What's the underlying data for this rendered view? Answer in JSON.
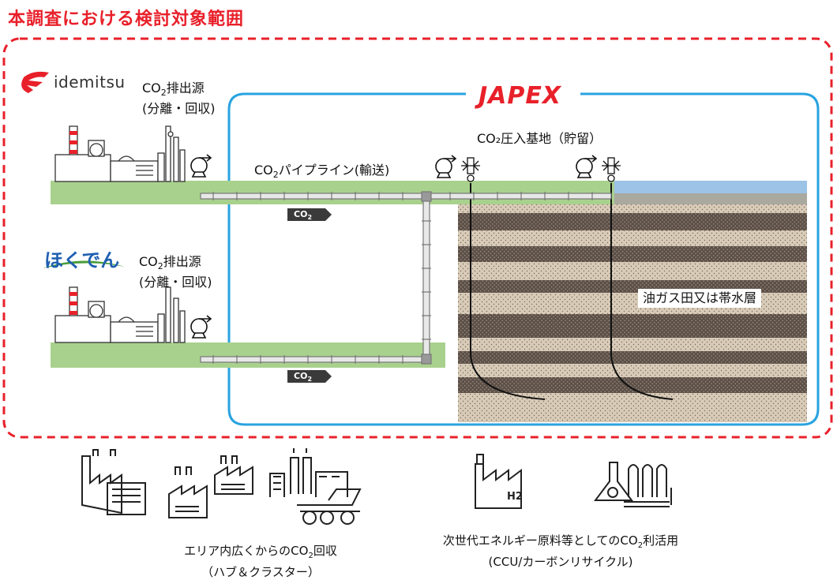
{
  "title": "本調査における検討対象範囲",
  "logos": {
    "idemitsu": "idemitsu",
    "hokuden": "ほくでん",
    "japex": "JAPEX"
  },
  "sources": {
    "s1_line1": "CO",
    "s1_sub": "2",
    "s1_line1_rest": "排出源",
    "s1_line2": "(分離・回収)",
    "s2_line1": "CO",
    "s2_sub": "2",
    "s2_line1_rest": "排出源",
    "s2_line2": "(分離・回収)"
  },
  "pipeline": {
    "label_pre": "CO",
    "label_sub": "2",
    "label_rest": "パイプライン(輸送)",
    "arrow1_pre": "CO",
    "arrow1_sub": "2",
    "arrow2_pre": "CO",
    "arrow2_sub": "2"
  },
  "storage": {
    "label": "CO₂圧入基地（貯留）",
    "reservoir": "油ガス田又は帯水層"
  },
  "bottom": {
    "left_line1_pre": "エリア内広くからのCO",
    "left_line1_sub": "2",
    "left_line1_rest": "回収",
    "left_line2": "（ハブ＆クラスター）",
    "right_line1_pre": "次世代エネルギー原料等としてのCO",
    "right_line1_sub": "2",
    "right_line1_rest": "利活用",
    "right_line2": "(CCU/カーボンリサイクル)",
    "h2_label": "H2"
  },
  "colors": {
    "accent_red": "#e8202a",
    "japex_blue": "#29a3e0",
    "ground_green": "#a9d18e",
    "sea_blue": "#9dc3e6"
  }
}
